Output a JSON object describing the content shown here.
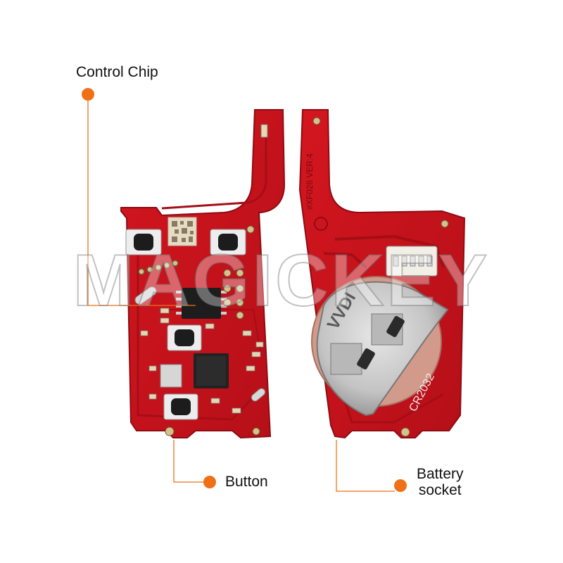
{
  "labels": {
    "control_chip": "Control Chip",
    "button": "Button",
    "battery_line1": "Battery",
    "battery_line2": "socket"
  },
  "board_markings": {
    "model": "#XF026 VER:4",
    "battery_brand": "VVDI",
    "battery_type": "CR2032"
  },
  "watermark": "MAGICKEY",
  "colors": {
    "pcb": "#c8141c",
    "pcb_dark": "#9e0d14",
    "callout": "#f07018",
    "metal": "#c9c9c9"
  }
}
